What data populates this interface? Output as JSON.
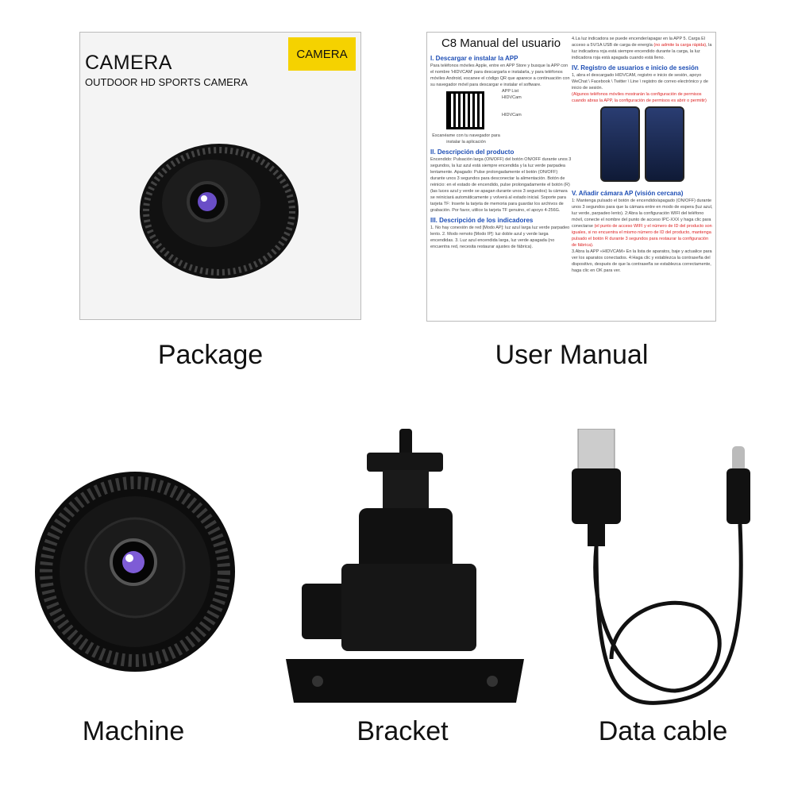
{
  "package": {
    "title": "CAMERA",
    "subtitle": "OUTDOOR HD SPORTS CAMERA",
    "badge": "CAMERA",
    "caption": "Package"
  },
  "manual": {
    "caption": "User Manual",
    "title": "C8 Manual del usuario",
    "s1_heading": "I. Descargar e instalar la APP",
    "s1_text": "Para teléfonos móviles Apple, entre en APP Store y busque la APP con el nombre 'HIDVCAM' para descargarla e instalarla, y para teléfonos móviles Android, escanee el código QR que aparece a continuación con su navegador móvil para descargar e instalar el software.",
    "app_list": "APP List",
    "app_name": "HIDVCam",
    "qr_caption": "Escanéame con tu navegador para instalar la aplicación",
    "s2_heading": "II. Descripción del producto",
    "s2_text": "Encendido: Pulsación larga (ON/OFF) del botón ON/OFF durante unos 3 segundos, la luz azul está siempre encendida y la luz verde parpadea lentamente. Apagado: Pulse prolongadamente el botón (ON/OFF) durante unos 3 segundos para desconectar la alimentación. Botón de reinicio: en el estado de encendido, pulse prolongadamente el botón (R) (las luces azul y verde se apagan durante unos 3 segundos) la cámara se reiniciará automáticamente y volverá al estado inicial. Soporte para tarjeta TF: Inserte la tarjeta de memoria para guardar los archivos de grabación. Por favor, utilice la tarjeta TF genuino, el apoyo 4-256G.",
    "s3_heading": "III. Descripción de los indicadores",
    "s3_text": "1. No hay conexión de red [Modo AP]: luz azul larga luz verde parpadeo lento. 2. Modo remoto [Modo IP]: luz doble azul y verde larga encendidas. 3. Luz azul encendida larga, luz verde apagada (no encuentra red, necesita restaurar ajustes de fábrica).",
    "s3_more": "4.La luz indicadora se puede encender/apagar en la APP 5. Carga El acceso a 5V/1A USB de carga de energía",
    "s3_red": "(no admite la carga rápida)",
    "s3_more2": ", la luz indicadora roja está siempre encendido durante la carga, la luz indicadora roja está apagada cuando está lleno.",
    "s4_heading": "IV. Registro de usuarios e inicio de sesión",
    "s4_text": "1, abra el descargado HIDVCAM, registro e inicio de sesión, apoyo WeChat \\ Facebook \\ Twitter \\ Line \\ registro de correo electrónico y de inicio de sesión.",
    "s4_red": "(Algunos teléfonos móviles mostrarán la configuración de permisos cuando abras la APP, la configuración de permisos es abrir o permitir)",
    "s5_heading": "V. Añadir cámara AP (visión cercana)",
    "s5_text": "1: Mantenga pulsado el botón de encendido/apagado (ON/OFF) durante unos 3 segundos para que la cámara entre en modo de espera (luz azul, luz verde, parpadeo lento). 2:Abra la configuración WIFI del teléfono móvil, conecte el nombre del punto de acceso IPC-XXX y haga clic para conectarse",
    "s5_red": "(el punto de acceso WIFI y el número de ID del producto son iguales, si no encuentra el mismo número de ID del producto, mantenga pulsado el botón R durante 3 segundos para restaurar la configuración de fábrica).",
    "s5_more": "3.Abra la APP «HIDVCAM» En la lista de aparatos, baje y actualice para ver los aparatos conectados. 4:Haga clic y establezca la contraseña del dispositivo, después de que la contraseña se establezca correctamente, haga clic en OK para ver."
  },
  "machine": {
    "caption": "Machine"
  },
  "bracket": {
    "caption": "Bracket"
  },
  "cable": {
    "caption": "Data cable"
  },
  "colors": {
    "badge": "#f5d200",
    "heading": "#1f4fb5",
    "warning": "#d22222"
  }
}
